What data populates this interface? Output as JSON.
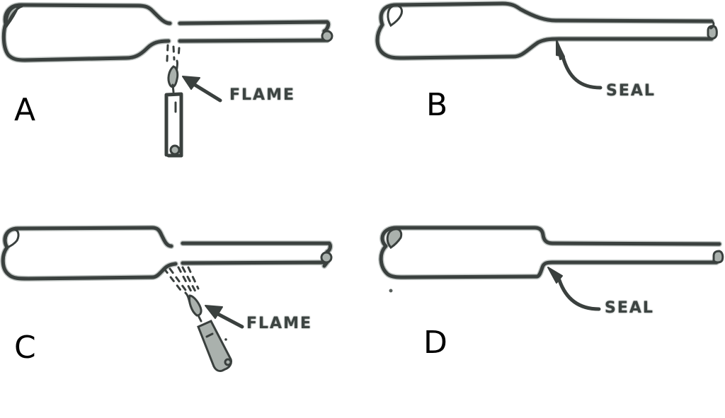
{
  "figure": {
    "description": "Four-step illustration of sealing a glass tube with a flame",
    "colors": {
      "stroke": "#3a403e",
      "fill": "#aab1ad",
      "halo": "#a3aaa6",
      "background": "#ffffff",
      "label": "#000000"
    },
    "panels": [
      {
        "id": "A",
        "letter": "A",
        "callout": "FLAME",
        "state": "tube constriction being heated from below by upright flame"
      },
      {
        "id": "B",
        "letter": "B",
        "callout": "SEAL",
        "state": "tube sealed at tapered constriction"
      },
      {
        "id": "C",
        "letter": "C",
        "callout": "FLAME",
        "state": "tube constriction heated by angled flame"
      },
      {
        "id": "D",
        "letter": "D",
        "callout": "SEAL",
        "state": "tube sealed at abrupt step constriction"
      }
    ]
  }
}
